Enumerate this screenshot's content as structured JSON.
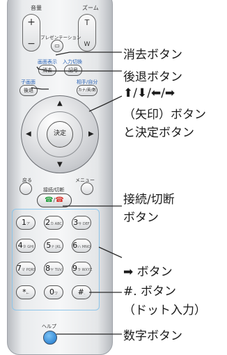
{
  "remote": {
    "volume_label": "音量",
    "zoom_label": "ズーム",
    "vol_plus": "+",
    "vol_minus": "−",
    "zoom_t": "T",
    "zoom_w": "W",
    "presentation_label": "プレゼンテーション",
    "screen_label": "画面表示",
    "input_switch_label": "入力切換",
    "erase_button": "消去",
    "symbol_button": "記号",
    "child_screen_label": "子画面",
    "partner_self_label": "相手/自分",
    "back_button": "後退",
    "kana_button": "カナ/英/数",
    "enter_button": "決定",
    "return_label": "戻る",
    "menu_label": "メニュー",
    "connect_label": "接続/切断",
    "keys": [
      {
        "main": "1",
        "sub": "ア"
      },
      {
        "main": "2",
        "sub": "カ ABC"
      },
      {
        "main": "3",
        "sub": "サ DEF"
      },
      {
        "main": "4",
        "sub": "タ GHI"
      },
      {
        "main": "5",
        "sub": "ナ JKL"
      },
      {
        "main": "6",
        "sub": "ハ MNO"
      },
      {
        "main": "7",
        "sub": "マ PQRS"
      },
      {
        "main": "8",
        "sub": "ヤ TUV"
      },
      {
        "main": "9",
        "sub": "ラ WXYZ"
      },
      {
        "main": "*",
        "sub": "←"
      },
      {
        "main": "0",
        "sub": "ワ"
      },
      {
        "main": "#",
        "sub": "."
      }
    ],
    "help_label": "ヘルプ"
  },
  "callouts": {
    "erase": "消去ボタン",
    "back": "後退ボタン",
    "arrows": "⬆/⬇/⬅/➡",
    "arrows_line2": "（矢印）ボタン",
    "arrows_line3": "と決定ボタン",
    "connect_line1": "接続/切断",
    "connect_line2": "ボタン",
    "right_arrow": "➡ ボタン",
    "hash_dot": "#.  ボタン",
    "dot_input": "（ドット入力）",
    "number": "数字ボタン"
  },
  "colors": {
    "callout_line": "#2a2a2a",
    "accent_blue": "#2761b5",
    "numpad_border": "#8ec6ea",
    "connect_green": "#1f9e3a",
    "connect_red": "#d8322a"
  }
}
